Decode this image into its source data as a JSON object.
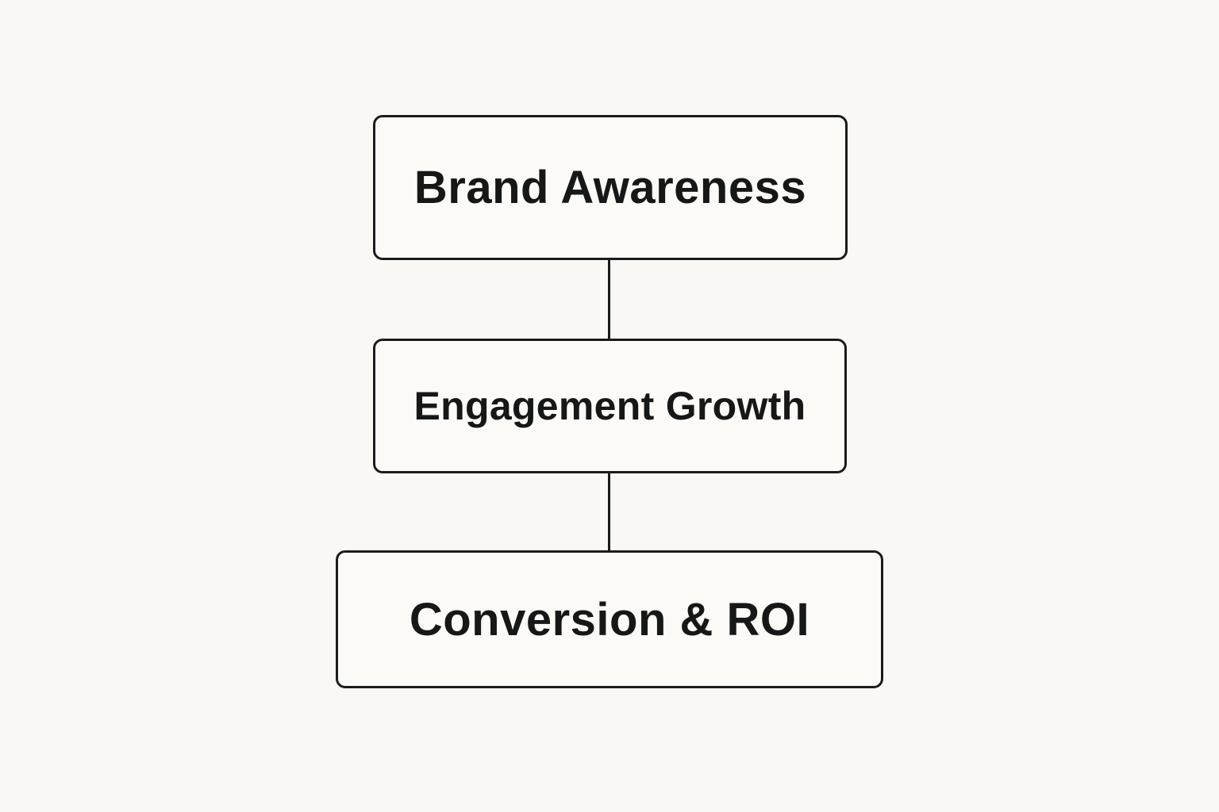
{
  "colors": {
    "background": "#f9f8f4",
    "stroke": "#1a1c1c",
    "text": "#161818"
  },
  "stages": [
    {
      "label": "Brand Awareness"
    },
    {
      "label": "Engagement Growth"
    },
    {
      "label": "Conversion & ROI"
    }
  ]
}
